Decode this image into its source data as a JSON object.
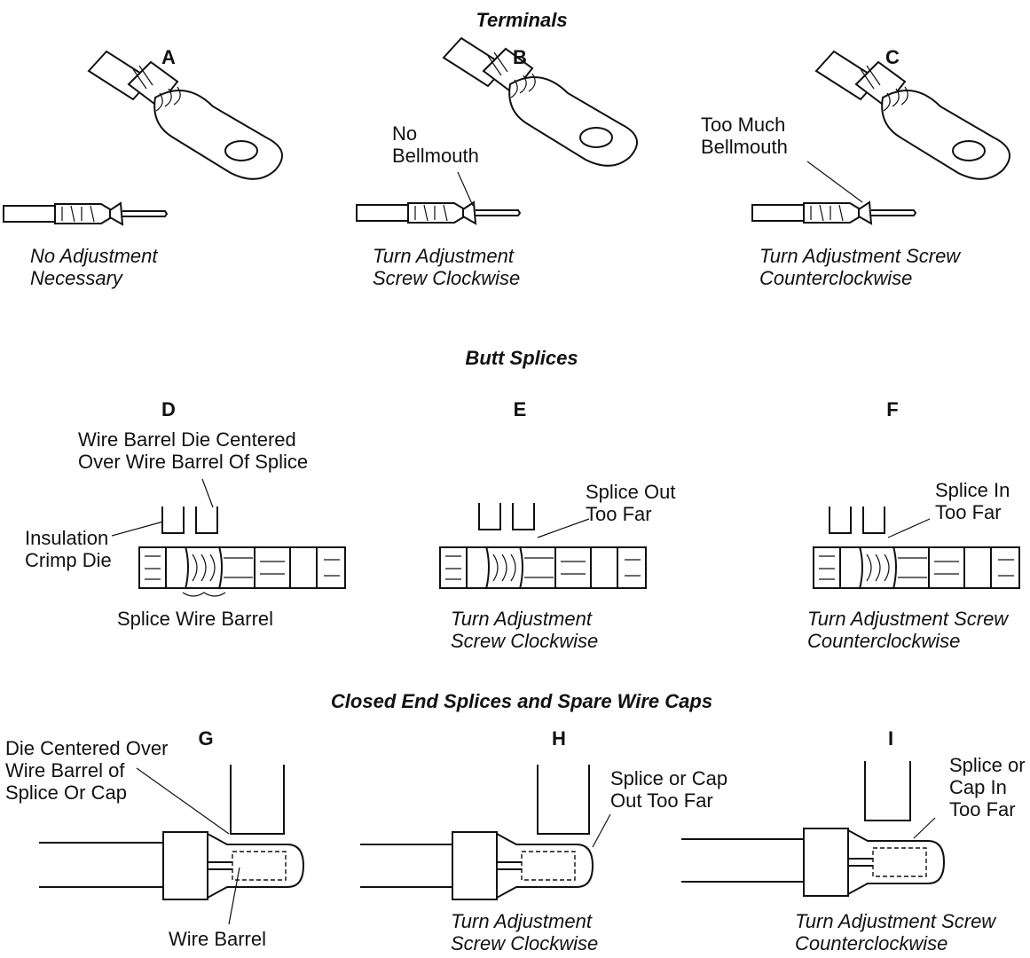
{
  "sections": {
    "terminals": "Terminals",
    "butt_splices": "Butt Splices",
    "closed_end": "Closed End Splices and Spare Wire Caps"
  },
  "panels": {
    "A": {
      "letter": "A",
      "caption": "No Adjustment\nNecessary"
    },
    "B": {
      "letter": "B",
      "caption": "Turn Adjustment\nScrew Clockwise",
      "note": "No\nBellmouth"
    },
    "C": {
      "letter": "C",
      "caption": "Turn Adjustment Screw\nCounterclockwise",
      "note": "Too Much\nBellmouth"
    },
    "D": {
      "letter": "D",
      "note_top": "Wire Barrel Die Centered\nOver Wire Barrel Of Splice",
      "note_left": "Insulation\nCrimp Die",
      "note_bottom": "Splice Wire Barrel"
    },
    "E": {
      "letter": "E",
      "caption": "Turn Adjustment\nScrew Clockwise",
      "note": "Splice Out\nToo Far"
    },
    "F": {
      "letter": "F",
      "caption": "Turn Adjustment Screw\nCounterclockwise",
      "note": "Splice In\nToo Far"
    },
    "G": {
      "letter": "G",
      "note_left": "Die Centered Over\nWire Barrel of\nSplice Or Cap",
      "note_bottom": "Wire Barrel"
    },
    "H": {
      "letter": "H",
      "caption": "Turn Adjustment\nScrew Clockwise",
      "note": "Splice or Cap\nOut Too Far"
    },
    "I": {
      "letter": "I",
      "caption": "Turn Adjustment Screw\nCounterclockwise",
      "note": "Splice or\nCap In\nToo Far"
    }
  }
}
